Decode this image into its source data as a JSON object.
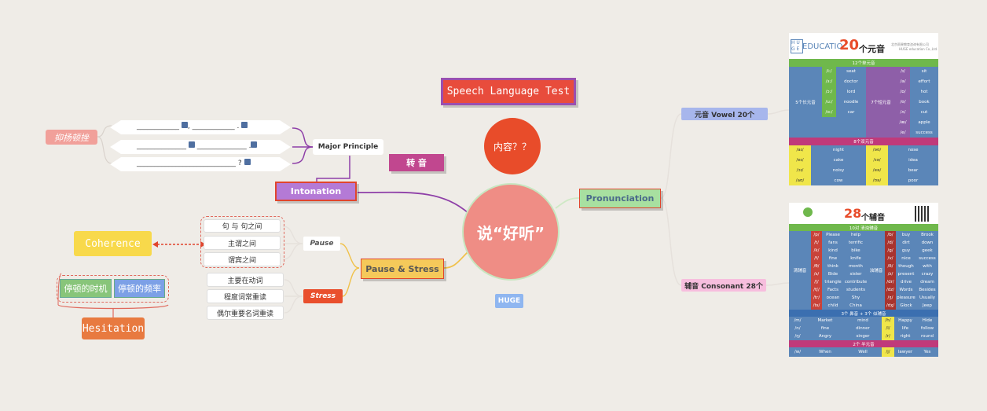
{
  "center": {
    "label": "说“好听”",
    "tag": "HUGE"
  },
  "title_box": {
    "label": "Speech Language Test"
  },
  "content_circle": {
    "label": "内容？？"
  },
  "left": {
    "intonation": "Intonation",
    "zhuanyin": "转 音",
    "major_principle": "Major Principle",
    "yiyang": "抑扬顿挫",
    "blanks": [
      {
        "a": "____________",
        "b": "____________"
      },
      {
        "a": "______________",
        "b": "______________"
      },
      {
        "a": "____________________________"
      }
    ],
    "pause_stress": "Pause & Stress",
    "pause": "Pause",
    "stress": "Stress",
    "pause_items": [
      "句 与 句之间",
      "主谓之间",
      "谓宾之间"
    ],
    "stress_items": [
      "主要在动词",
      "程度词常重读",
      "偶尔重要名词重读"
    ],
    "coherence": "Coherence",
    "hesitation": "Hesitation",
    "hes_items": [
      "停顿的时机",
      "停顿的频率"
    ]
  },
  "right": {
    "pronunciation": "Pronunciation",
    "vowel": "元音 Vowel 20个",
    "consonant": "辅音 Consonant 28个"
  },
  "vowel_img": {
    "brand": "EDUCATIO",
    "title_num": "20",
    "title_txt": "个元音",
    "corner1": "北京雨果教育咨询有限公司",
    "corner2": "HUGE education Co.,Ltd.",
    "sec1": "12个单元音",
    "left_group": "5个长元音",
    "mid_group": "7个短元音",
    "long_sym": [
      "/i:/",
      "/ɜ:/",
      "/ɔ:/",
      "/u:/",
      "/ɑ:/"
    ],
    "long_words": [
      "seat",
      "doctor",
      "lord",
      "noodle",
      "car"
    ],
    "short_sym": [
      "/ɪ/",
      "/ə/",
      "/ɒ/",
      "/ʊ/",
      "/ʌ/",
      "/æ/",
      "/e/"
    ],
    "short_words": [
      "sit",
      "effort",
      "hot",
      "book",
      "cut",
      "apple",
      "success"
    ],
    "sec2": "8个双元音",
    "di_left_sym": [
      "/aɪ/",
      "/eɪ/",
      "/ɔɪ/",
      "/aʊ/"
    ],
    "di_left_words": [
      "night",
      "cake",
      "noisy",
      "cow"
    ],
    "di_right_sym": [
      "/əʊ/",
      "/ɪə/",
      "/eə/",
      "/ʊə/"
    ],
    "di_right_words": [
      "nose",
      "idea",
      "bear",
      "poor"
    ]
  },
  "cons_img": {
    "title_num": "28",
    "title_txt": "个辅音",
    "sec1": "10对 清浊辅音",
    "left_group": "清辅音",
    "mid_group": "浊辅音",
    "vl_sym": [
      "/p/",
      "/t/",
      "/k/",
      "/f/",
      "/θ/",
      "/s/",
      "/ʃ/",
      "/tʃ/",
      "/tr/",
      "/ts/"
    ],
    "vl_w1": [
      "Please",
      "fans",
      "kind",
      "fine",
      "think",
      "Bide",
      "triangle",
      "Facts",
      "ocean",
      "child"
    ],
    "vl_w2": [
      "help",
      "terrific",
      "bike",
      "knife",
      "month",
      "sister",
      "contribute",
      "students",
      "Shy",
      "China"
    ],
    "vd_sym": [
      "/b/",
      "/d/",
      "/g/",
      "/v/",
      "/ð/",
      "/z/",
      "/dr/",
      "/dz/",
      "/ʒ/",
      "/dʒ/"
    ],
    "vd_w1": [
      "buy",
      "dirt",
      "guy",
      "nice",
      "though",
      "present",
      "drive",
      "Words",
      "pleasure",
      "Glock"
    ],
    "vd_w2": [
      "Brook",
      "down",
      "geek",
      "success",
      "with",
      "crazy",
      "dream",
      "Besides",
      "Usually",
      "Jeep"
    ],
    "sec2": "3个 鼻音 + 3个 似辅音",
    "nas_sym": [
      "/m/",
      "/n/",
      "/ŋ/"
    ],
    "nas_w1": [
      "Market",
      "fine",
      "Angry"
    ],
    "nas_w2": [
      "mind",
      "dinner",
      "singer"
    ],
    "app_sym": [
      "/h/",
      "/l/",
      "/r/"
    ],
    "app_w1": [
      "Happy",
      "life",
      "right"
    ],
    "app_w2": [
      "Hide",
      "follow",
      "round"
    ],
    "sec3": "2个 半元音",
    "semi_sym": [
      "/w/",
      "/j/"
    ],
    "semi_w1": [
      "When",
      "lawyer"
    ],
    "semi_w2": [
      "Well",
      "Yes"
    ]
  },
  "colors": {
    "background": "#efece7",
    "center_circle": "#ef8d85",
    "content_circle": "#e84c2a",
    "intonation": "#b47ad6",
    "zhuanyin": "#c1478f",
    "pause_stress": "#f5c95a",
    "stress": "#e94f2d",
    "coherence": "#f8d94b",
    "hesitation": "#e87a40",
    "pronunciation": "#a8e0a0",
    "vowel": "#a7b6ec",
    "consonant": "#f7bede",
    "img_blue": "#5b86b8",
    "img_green": "#6fb84c",
    "img_purple": "#8e5fa8",
    "img_yellow": "#f0e64a"
  }
}
